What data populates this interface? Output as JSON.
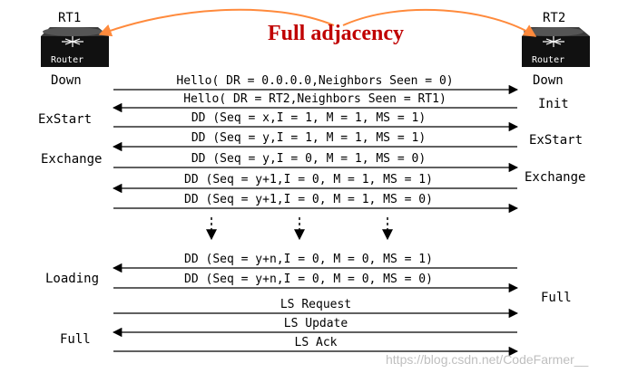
{
  "colors": {
    "accent": "#ff8a3c",
    "title": "#c00000",
    "line": "#000000"
  },
  "routers": {
    "left": {
      "name": "RT1",
      "label": "Router",
      "icon": "router-icon"
    },
    "right": {
      "name": "RT2",
      "label": "Router",
      "icon": "router-icon"
    }
  },
  "title": "Full adjacency",
  "states": {
    "left": [
      "Down",
      "ExStart",
      "Exchange",
      "Loading",
      "Full"
    ],
    "right": [
      "Down",
      "Init",
      "ExStart",
      "Exchange",
      "Full"
    ]
  },
  "messages": [
    {
      "text": "Hello( DR = 0.0.0.0,Neighbors Seen = 0)",
      "dir": "right"
    },
    {
      "text": "Hello( DR = RT2,Neighbors Seen = RT1)",
      "dir": "left"
    },
    {
      "text": "DD (Seq = x,I = 1, M = 1, MS = 1)",
      "dir": "right"
    },
    {
      "text": "DD (Seq = y,I = 1, M = 1, MS = 1)",
      "dir": "left"
    },
    {
      "text": "DD (Seq = y,I = 0, M = 1, MS = 0)",
      "dir": "right"
    },
    {
      "text": "DD (Seq = y+1,I = 0, M = 1, MS = 1)",
      "dir": "left"
    },
    {
      "text": "DD (Seq = y+1,I = 0, M = 1, MS = 0)",
      "dir": "right"
    },
    {
      "text": "DD (Seq = y+n,I = 0, M = 0, MS = 1)",
      "dir": "left"
    },
    {
      "text": "DD (Seq = y+n,I = 0, M = 0, MS = 0)",
      "dir": "right"
    },
    {
      "text": "LS Request",
      "dir": "right"
    },
    {
      "text": "LS Update",
      "dir": "left"
    },
    {
      "text": "LS Ack",
      "dir": "right"
    }
  ],
  "continuation_arrows": 3,
  "watermark": "https://blog.csdn.net/CodeFarmer__"
}
